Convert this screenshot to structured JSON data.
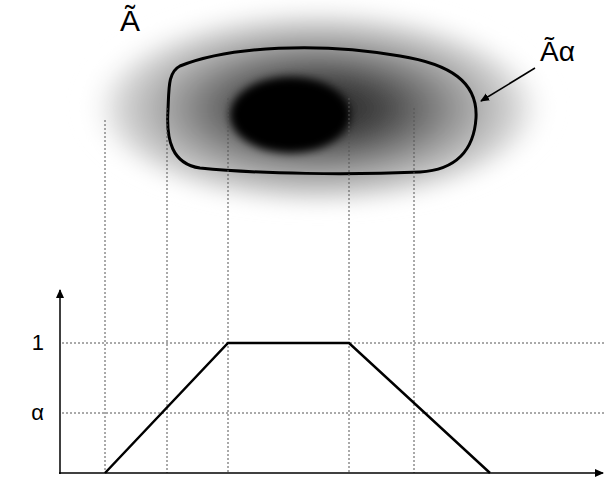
{
  "diagram": {
    "labels": [
      "Ã",
      "Ãα",
      "1",
      "α"
    ]
  }
}
